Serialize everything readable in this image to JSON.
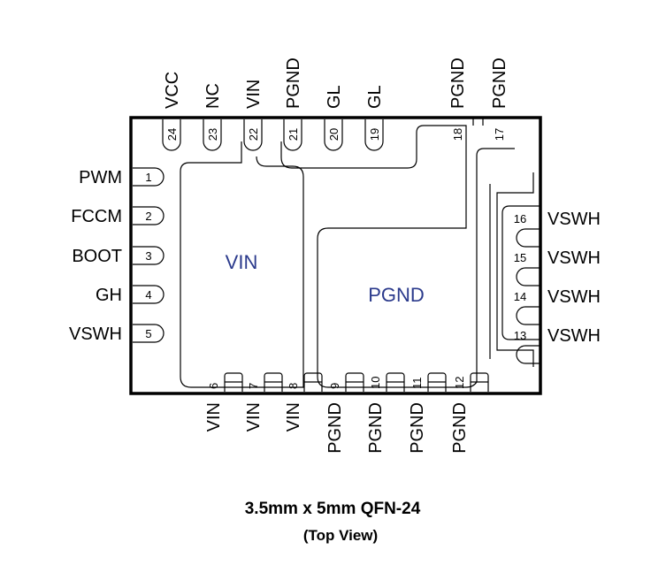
{
  "package": {
    "title": "3.5mm x 5mm QFN-24",
    "subtitle": "(Top View)"
  },
  "pads": {
    "vin_label": "VIN",
    "pgnd_label": "PGND"
  },
  "pins": {
    "left": [
      {
        "num": "1",
        "name": "PWM"
      },
      {
        "num": "2",
        "name": "FCCM"
      },
      {
        "num": "3",
        "name": "BOOT"
      },
      {
        "num": "4",
        "name": "GH"
      },
      {
        "num": "5",
        "name": "VSWH"
      }
    ],
    "right": [
      {
        "num": "16",
        "name": "VSWH"
      },
      {
        "num": "15",
        "name": "VSWH"
      },
      {
        "num": "14",
        "name": "VSWH"
      },
      {
        "num": "13",
        "name": "VSWH"
      }
    ],
    "top": [
      {
        "num": "24",
        "name": "VCC"
      },
      {
        "num": "23",
        "name": "NC"
      },
      {
        "num": "22",
        "name": "VIN"
      },
      {
        "num": "21",
        "name": "PGND"
      },
      {
        "num": "20",
        "name": "GL"
      },
      {
        "num": "19",
        "name": "GL"
      },
      {
        "num": "18",
        "name": "PGND"
      },
      {
        "num": "17",
        "name": "PGND"
      }
    ],
    "bottom": [
      {
        "num": "6",
        "name": "VIN"
      },
      {
        "num": "7",
        "name": "VIN"
      },
      {
        "num": "8",
        "name": "VIN"
      },
      {
        "num": "9",
        "name": "PGND"
      },
      {
        "num": "10",
        "name": "PGND"
      },
      {
        "num": "11",
        "name": "PGND"
      },
      {
        "num": "12",
        "name": "PGND"
      }
    ]
  }
}
